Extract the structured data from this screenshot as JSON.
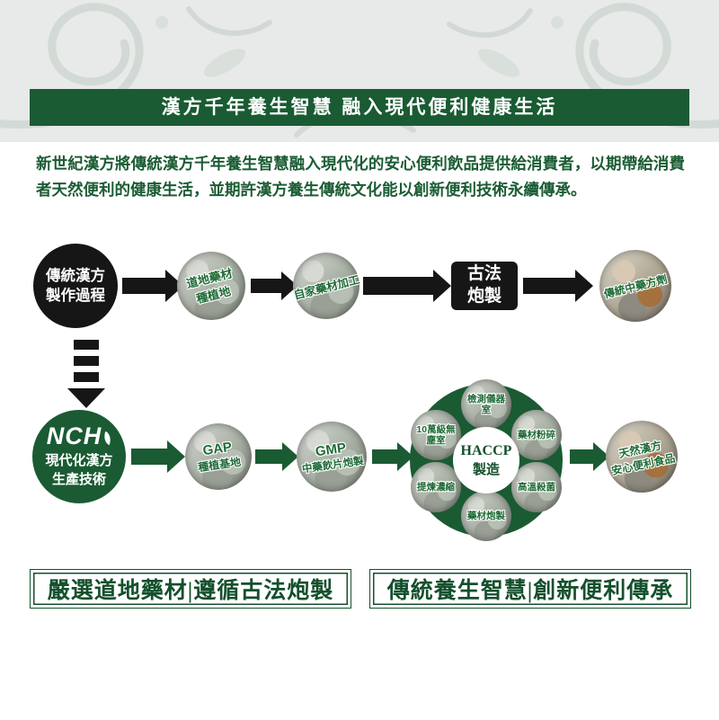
{
  "banner": {
    "title": "漢方千年養生智慧 融入現代便利健康生活"
  },
  "intro": {
    "text": "新世紀漢方將傳統漢方千年養生智慧融入現代化的安心便利飲品提供給消費者，以期帶給消費者天然便利的健康生活，並期許漢方養生傳統文化能以創新便利技術永續傳承。"
  },
  "traditional": {
    "start": {
      "line1": "傳統漢方",
      "line2": "製作過程"
    },
    "step_planting": {
      "line1": "道地藥材",
      "line2": "種植地"
    },
    "step_processing": {
      "label": "自家藥材加工"
    },
    "step_gufa": {
      "line1": "古法",
      "line2": "炮製"
    },
    "step_result": {
      "label": "傳統中藥方劑"
    }
  },
  "modern": {
    "logo": "NCH",
    "start": {
      "line1": "現代化漢方",
      "line2": "生產技術"
    },
    "gap": {
      "line1": "GAP",
      "line2": "種植基地"
    },
    "gmp": {
      "line1": "GMP",
      "line2": "中藥飲片炮製"
    },
    "haccp": {
      "line1": "HACCP",
      "line2": "製造"
    },
    "cluster": [
      {
        "label": "檢測儀器室"
      },
      {
        "label": "藥材粉碎"
      },
      {
        "label": "高溫殺菌"
      },
      {
        "label": "藥材炮製"
      },
      {
        "label": "提煉濃縮"
      },
      {
        "label": "10萬級無塵室"
      }
    ],
    "final": {
      "line1": "天然漢方",
      "line2": "安心便利食品"
    }
  },
  "footer": {
    "slogan1": "嚴選道地藥材|遵循古法炮製",
    "slogan2": "傳統養生智慧|創新便利傳承"
  },
  "colors": {
    "green": "#1a5b33",
    "black": "#161616"
  }
}
